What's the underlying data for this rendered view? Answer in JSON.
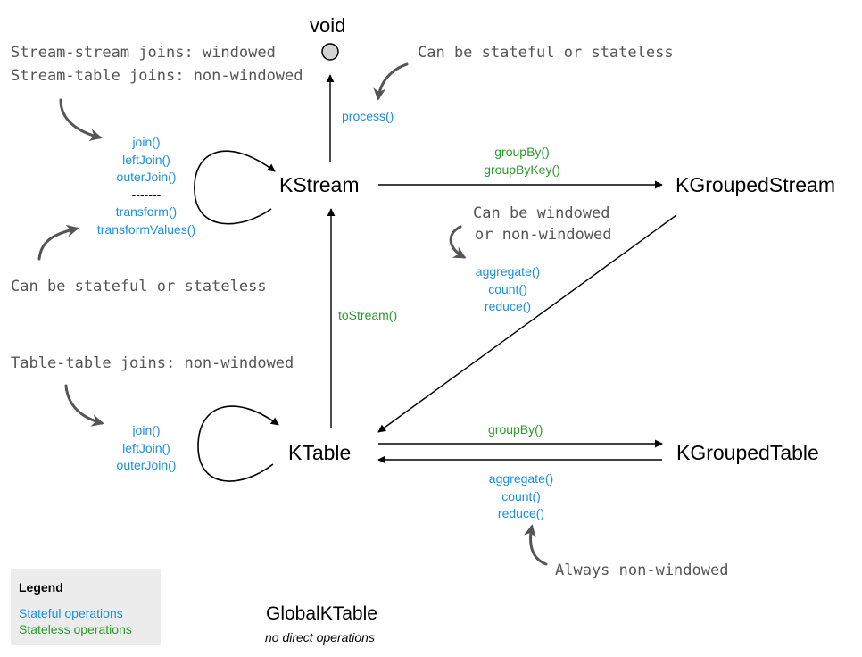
{
  "colors": {
    "stateful": "#1a8fe6",
    "stateless": "#2a9a2a",
    "annotation": "#555555",
    "legend_bg": "#ececec"
  },
  "nodes": {
    "void": "void",
    "kstream": "KStream",
    "kgroupedstream": "KGroupedStream",
    "ktable": "KTable",
    "kgroupedtable": "KGroupedTable",
    "globalktable": "GlobalKTable",
    "globalktable_note": "no direct operations"
  },
  "operations": {
    "process": "process()",
    "stream_joins": [
      "join()",
      "leftJoin()",
      "outerJoin()"
    ],
    "separator": "-------",
    "stream_transforms": [
      "transform()",
      "transformValues()"
    ],
    "stream_group": [
      "groupBy()",
      "groupByKey()"
    ],
    "grouped_stream_aggs": [
      "aggregate()",
      "count()",
      "reduce()"
    ],
    "to_stream": "toStream()",
    "table_joins": [
      "join()",
      "leftJoin()",
      "outerJoin()"
    ],
    "table_group": "groupBy()",
    "grouped_table_aggs": [
      "aggregate()",
      "count()",
      "reduce()"
    ]
  },
  "annotations": {
    "stream_joins_note": [
      "Stream-stream joins: windowed",
      "Stream-table joins: non-windowed"
    ],
    "process_note": "Can be stateful or stateless",
    "transform_note": "Can be stateful or stateless",
    "windowed_note": [
      "Can be windowed",
      "or non-windowed"
    ],
    "table_joins_note": "Table-table joins: non-windowed",
    "grouped_table_note": "Always non-windowed"
  },
  "legend": {
    "title": "Legend",
    "stateful": "Stateful operations",
    "stateless": "Stateless operations"
  }
}
